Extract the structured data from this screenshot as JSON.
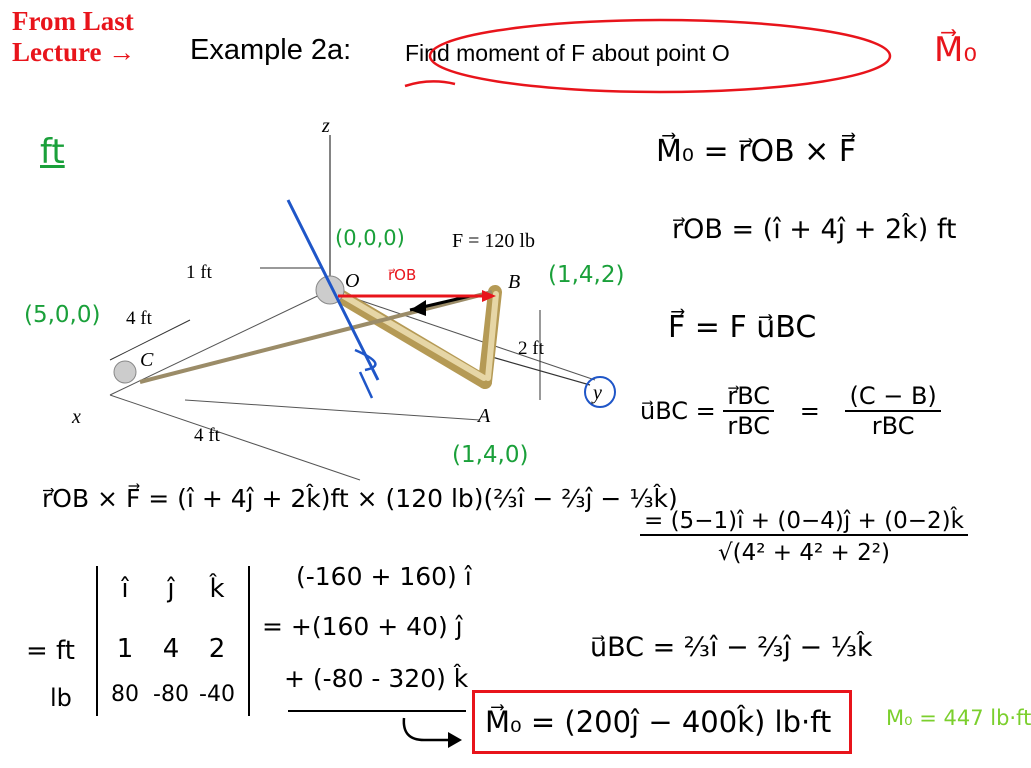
{
  "header": {
    "from_last": "From Last\nLecture →",
    "title_prefix": "Example 2a:",
    "title_body": "Find moment of F about point O",
    "corner_mo": "M⃗₀"
  },
  "figure": {
    "axis_z": "z",
    "axis_x": "x",
    "axis_y": "y",
    "point_o": "O",
    "point_b": "B",
    "point_c": "C",
    "point_a": "A",
    "force_label": "F = 120 lb",
    "dim_1ft": "1 ft",
    "dim_4ft_left": "4 ft",
    "dim_4ft_bottom": "4 ft",
    "dim_2ft": "2 ft"
  },
  "annotations": {
    "units_ft": "ft",
    "o_coords": "(0,0,0)",
    "b_coords": "(1,4,2)",
    "c_coords": "(5,0,0)",
    "a_coords": "(1,4,0)",
    "r_ob_label": "r⃗OB"
  },
  "equations": {
    "mo_def": "M⃗₀ = r⃗OB × F⃗",
    "r_ob": "r⃗OB = (î + 4ĵ + 2k̂) ft",
    "f_def": "F⃗ = F u⃗BC",
    "u_bc_lhs": "u⃗BC =",
    "u_bc_num1": "r⃗BC",
    "u_bc_den1": "rBC",
    "eq_sign": "=",
    "u_bc_num2": "(C − B)",
    "u_bc_den2": "rBC",
    "u_bc_expand_num": "= (5−1)î + (0−4)ĵ + (0−2)k̂",
    "u_bc_expand_den": "√(4² + 4² + 2²)",
    "cross": "r⃗OB × F⃗ = (î + 4ĵ + 2k̂)ft × (120 lb)(⅔î − ⅔ĵ − ⅓k̂)",
    "u_bc_result": "u⃗BC = ⅔î − ⅔ĵ − ⅓k̂",
    "det_prefix": "= ft",
    "det_lb": "lb",
    "det_row1": [
      "î",
      "ĵ",
      "k̂"
    ],
    "det_row2": [
      "1",
      "4",
      "2"
    ],
    "det_row3": [
      "80",
      "-80",
      "-40"
    ],
    "res_i": "(-160 + 160) î",
    "res_j": "= +(160 + 40) ĵ",
    "res_k": "+ (-80 - 320) k̂",
    "final": "M⃗₀ = (200ĵ − 400k̂) lb·ft",
    "magnitude": "M₀ = 447 lb·ft"
  },
  "colors": {
    "red": "#e8141b",
    "green": "#1aa03a",
    "blue": "#1f56c8",
    "lime": "#7bcf2d",
    "pipe": "#d8c48a"
  }
}
